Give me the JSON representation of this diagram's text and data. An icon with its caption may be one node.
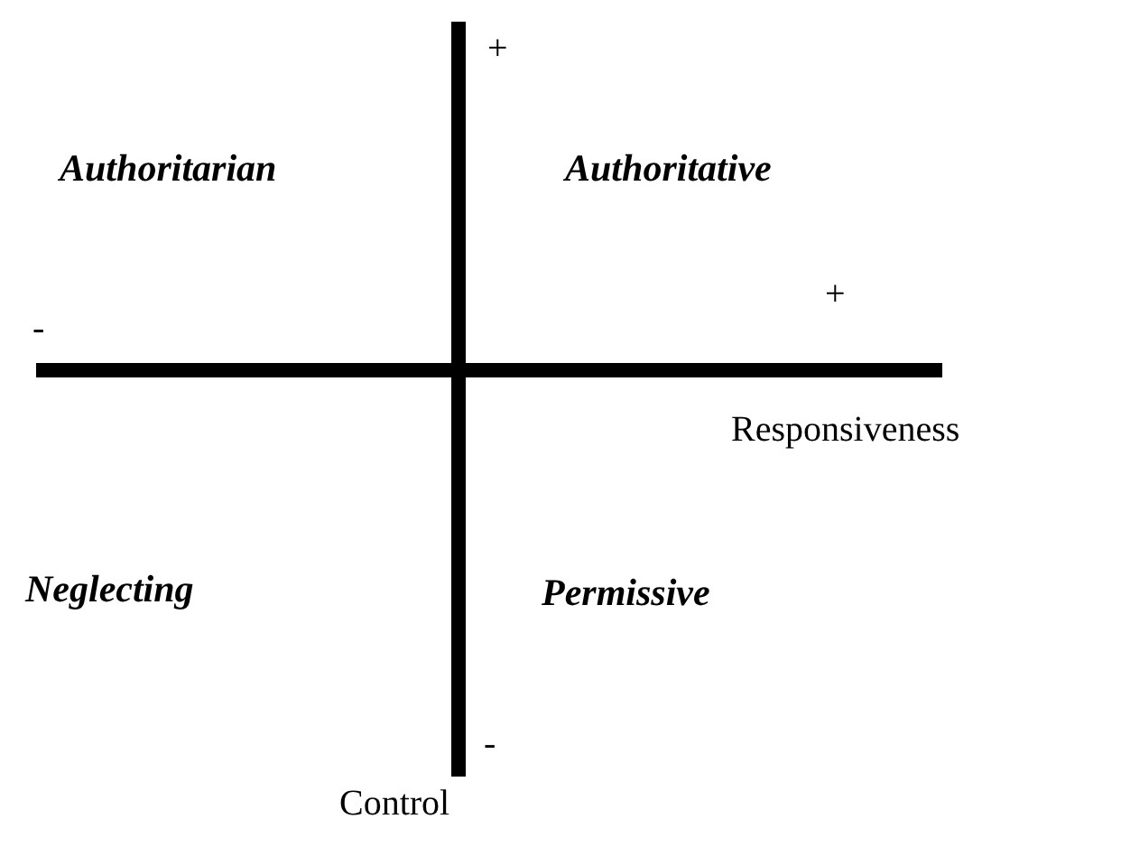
{
  "diagram": {
    "labels": [
      "+",
      "Authoritarian",
      "Authoritative",
      "+",
      "-",
      "Responsiveness",
      "Neglecting",
      "Permissive",
      "-",
      "Control"
    ]
  }
}
